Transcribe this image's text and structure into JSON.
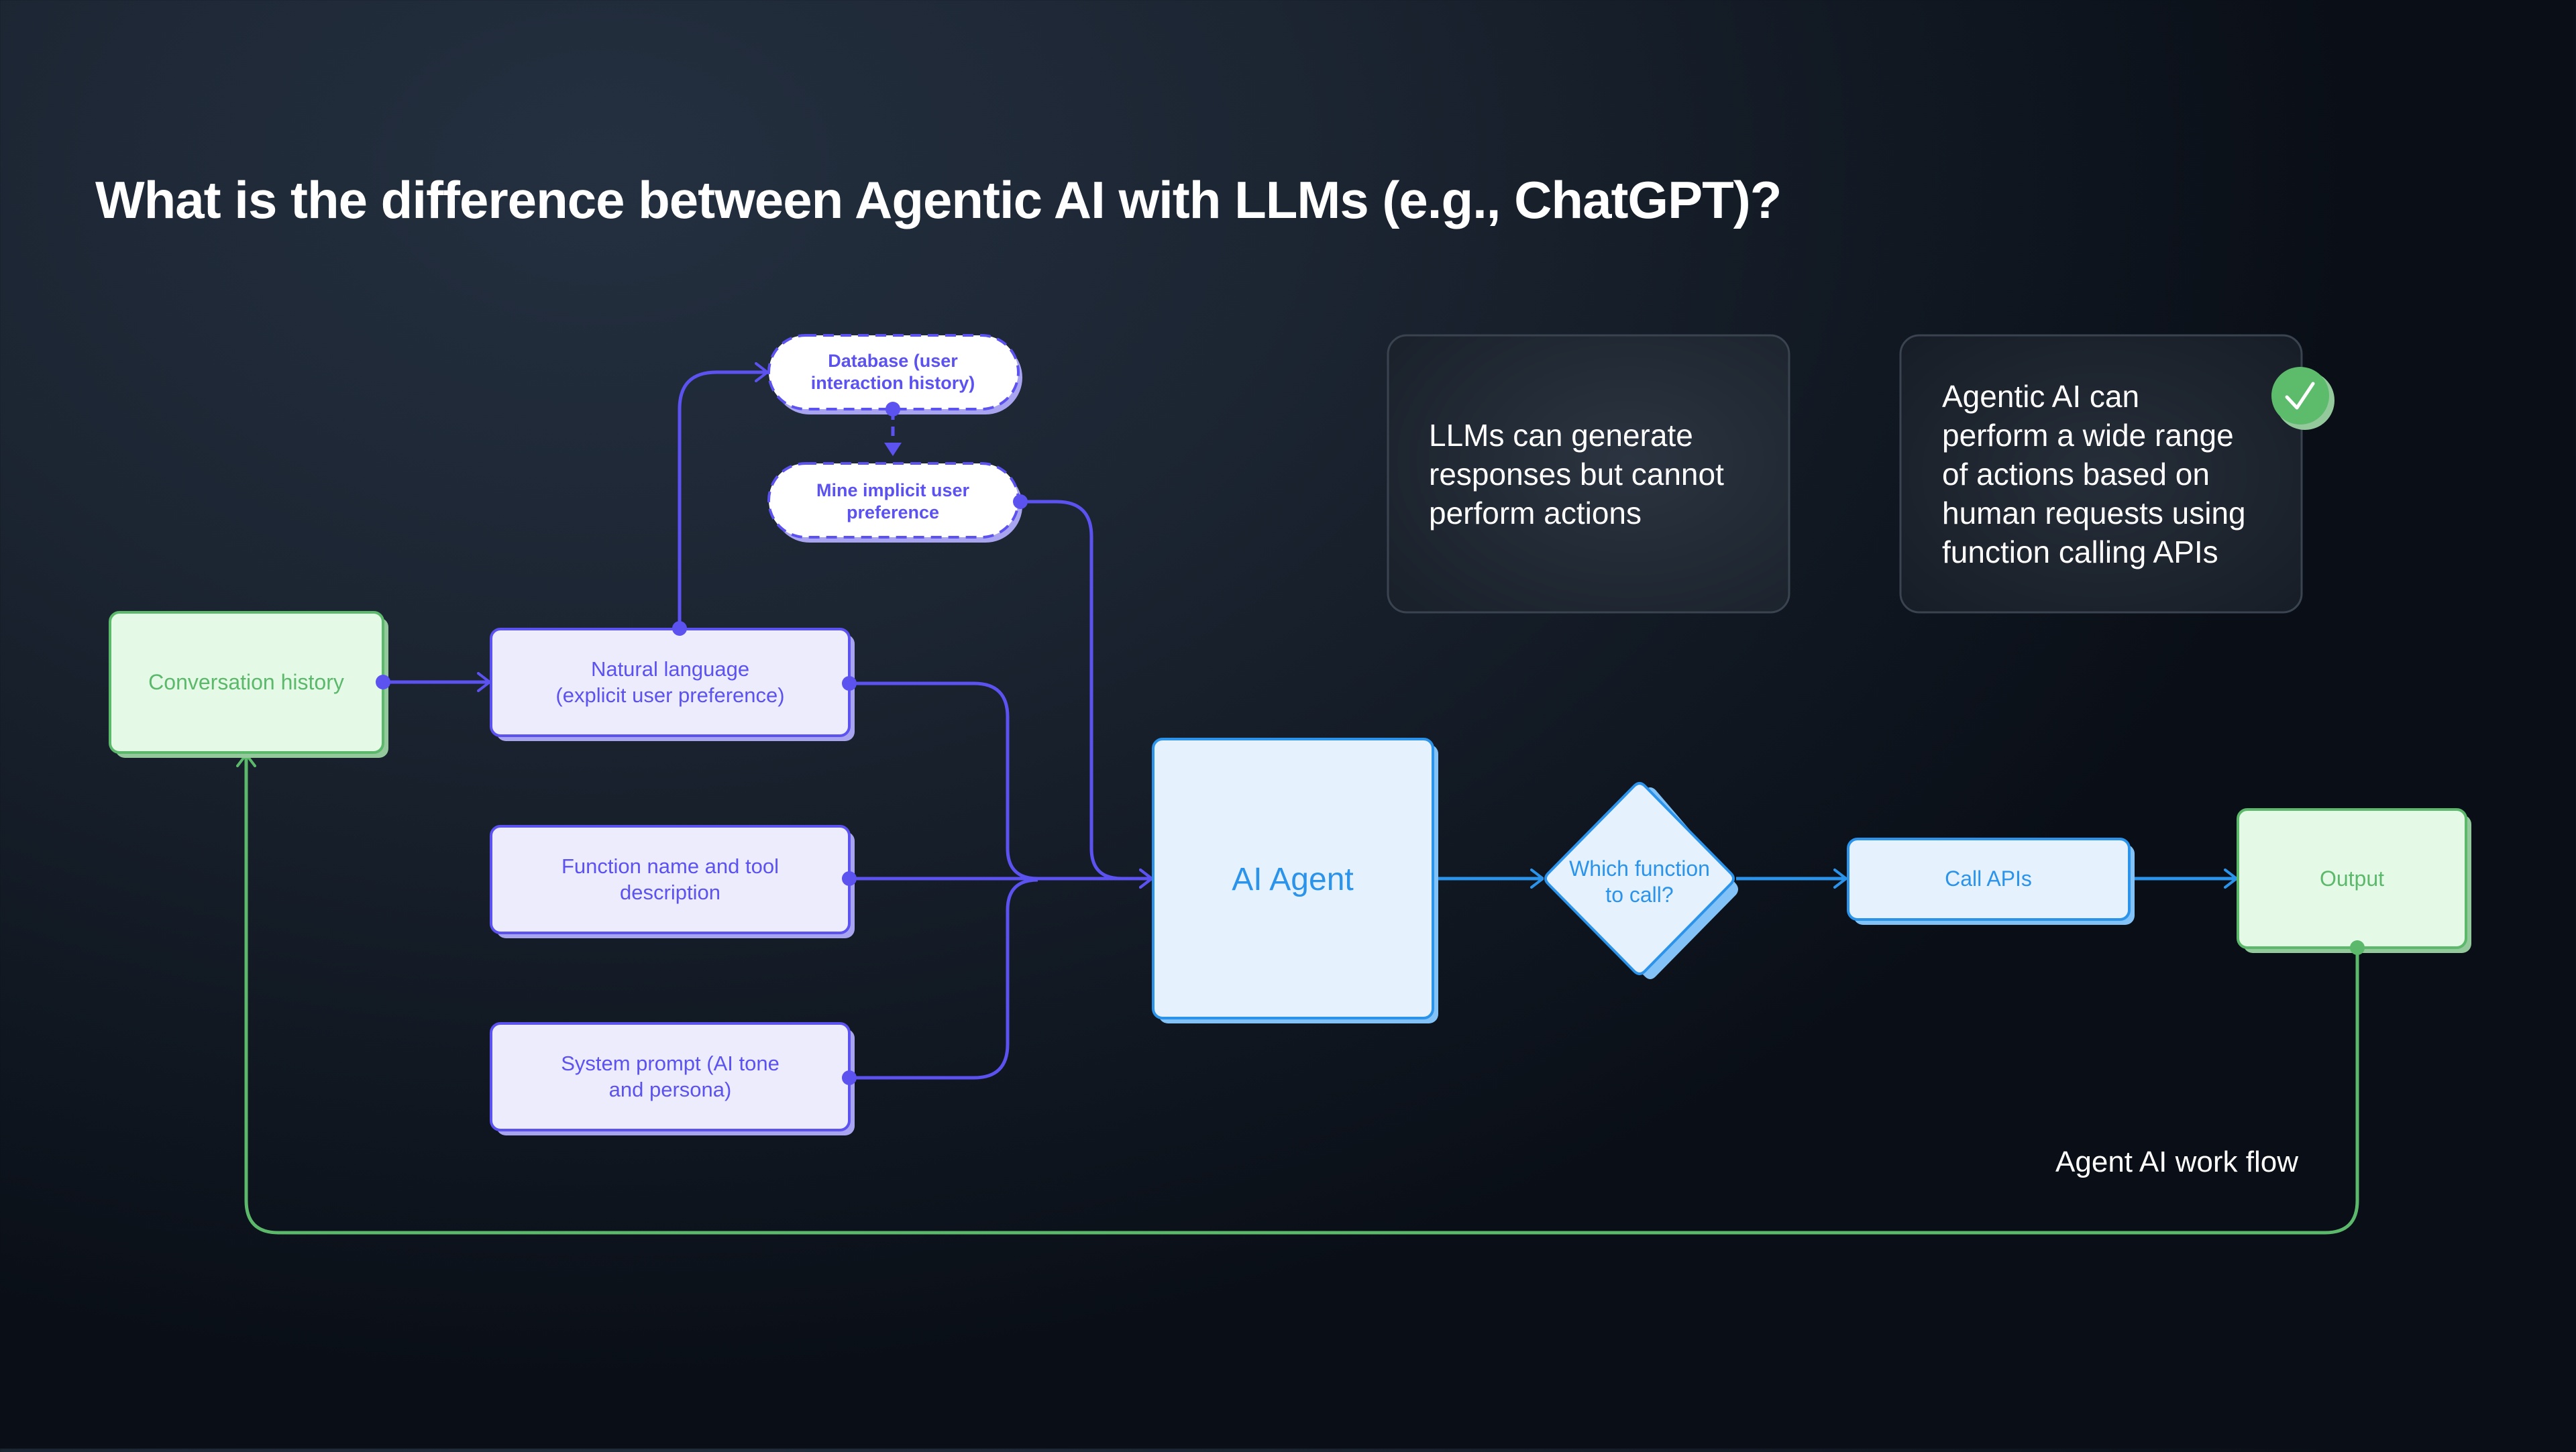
{
  "title": "What is the difference between Agentic AI with LLMs (e.g., ChatGPT)?",
  "colors": {
    "purple": "#5b52f0",
    "purple_shadow": "#a9a4f0",
    "purple_fill": "#edecfc",
    "green": "#5cb96b",
    "green_shadow": "#93c99b",
    "green_fill": "#e4f9e6",
    "blue": "#2b93ea",
    "blue_shadow": "#83c2f6",
    "blue_fill": "#e5f2fd",
    "card_border": "#3a4350",
    "check_green": "#5dbb6c"
  },
  "nodes": {
    "conversation_history": "Conversation history",
    "natural_language": [
      "Natural language",
      "(explicit user preference)"
    ],
    "function_name": [
      "Function name and tool",
      "description"
    ],
    "system_prompt": [
      "System prompt (AI tone",
      "and persona)"
    ],
    "database": [
      "Database (user",
      "interaction history)"
    ],
    "mine_preference": [
      "Mine implicit user",
      "preference"
    ],
    "ai_agent": "AI Agent",
    "which_function": [
      "Which function",
      "to call?"
    ],
    "call_apis": "Call APIs",
    "output": "Output"
  },
  "cards": {
    "llm": [
      "LLMs can generate",
      "responses but cannot",
      "perform actions"
    ],
    "agentic": [
      "Agentic AI can",
      "perform a wide range",
      "of actions based on",
      "human requests using",
      "function calling APIs"
    ]
  },
  "icons": {
    "agentic_badge": "check-icon"
  },
  "workflow_label": "Agent AI work flow"
}
